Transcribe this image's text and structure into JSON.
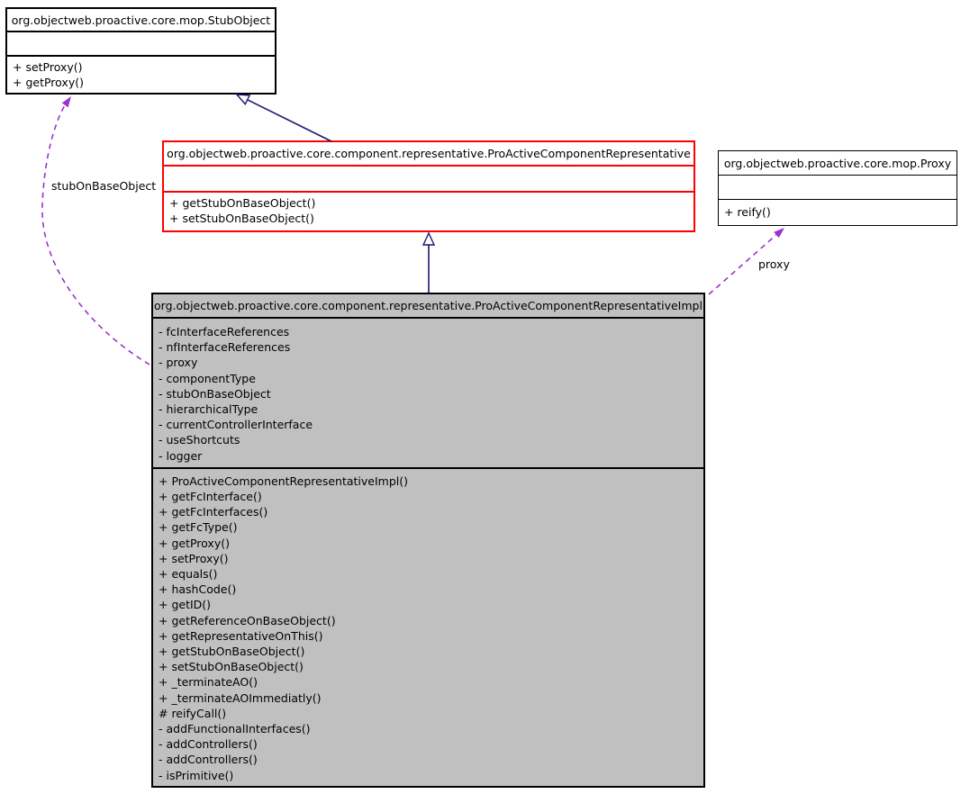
{
  "diagram": {
    "type": "uml-collaboration-diagram",
    "colors": {
      "node_fill": "#ffffff",
      "selected_node_fill": "#c0c0c0",
      "node_border": "#000000",
      "highlight_border": "#ff0000",
      "inheritance_edge": "#191970",
      "usage_edge": "#9a32cd"
    },
    "nodes": {
      "stub_object": {
        "title": "org.objectweb.proactive.core.mop.StubObject",
        "fields": [],
        "methods": [
          "+ setProxy()",
          "+ getProxy()"
        ]
      },
      "representative": {
        "title": "org.objectweb.proactive.core.component.representative.ProActiveComponentRepresentative",
        "fields": [],
        "methods": [
          "+ getStubOnBaseObject()",
          "+ setStubOnBaseObject()"
        ]
      },
      "proxy": {
        "title": "org.objectweb.proactive.core.mop.Proxy",
        "fields": [],
        "methods": [
          "+ reify()"
        ]
      },
      "impl": {
        "title": "org.objectweb.proactive.core.component.representative.ProActiveComponentRepresentativeImpl",
        "fields": [
          "- fcInterfaceReferences",
          "- nfInterfaceReferences",
          "- proxy",
          "- componentType",
          "- stubOnBaseObject",
          "- hierarchicalType",
          "- currentControllerInterface",
          "- useShortcuts",
          "- logger"
        ],
        "methods": [
          "+ ProActiveComponentRepresentativeImpl()",
          "+ getFcInterface()",
          "+ getFcInterfaces()",
          "+ getFcType()",
          "+ getProxy()",
          "+ setProxy()",
          "+ equals()",
          "+ hashCode()",
          "+ getID()",
          "+ getReferenceOnBaseObject()",
          "+ getRepresentativeOnThis()",
          "+ getStubOnBaseObject()",
          "+ setStubOnBaseObject()",
          "+ _terminateAO()",
          "+ _terminateAOImmediatly()",
          "# reifyCall()",
          "- addFunctionalInterfaces()",
          "- addControllers()",
          "- addControllers()",
          "- isPrimitive()"
        ]
      }
    },
    "edges": {
      "impl_to_stub_label": "stubOnBaseObject",
      "impl_to_proxy_label": "proxy"
    }
  }
}
